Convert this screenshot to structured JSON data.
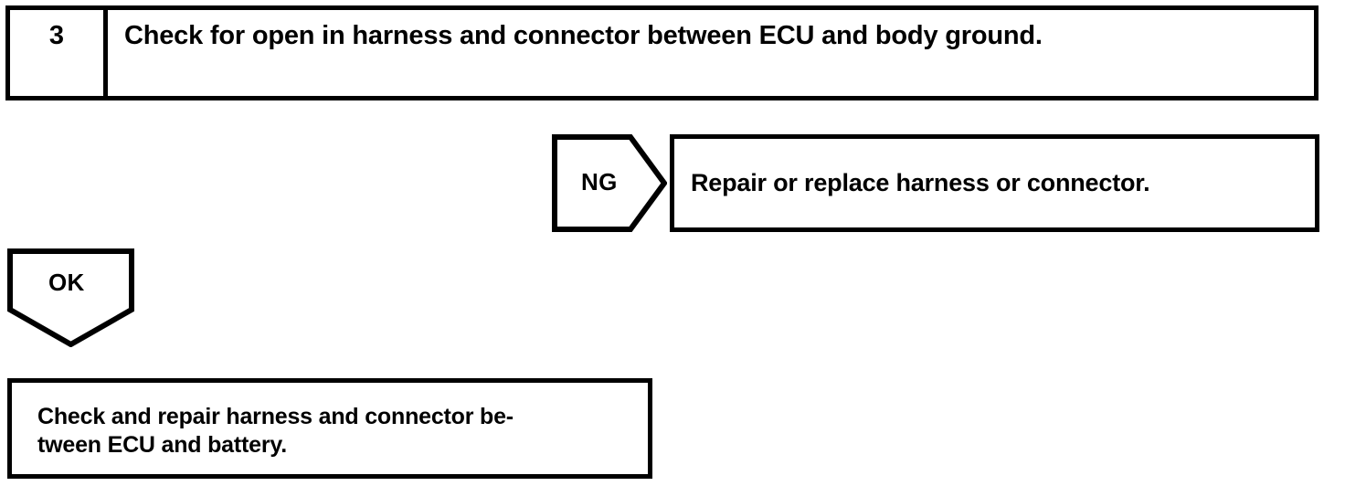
{
  "diagram": {
    "type": "troubleshooting-flowchart",
    "step": {
      "number": "3",
      "instruction": "Check for open in harness and connector between ECU and body ground."
    },
    "branches": {
      "ng": {
        "label": "NG",
        "direction": "right",
        "result": "Repair or replace harness or connector."
      },
      "ok": {
        "label": "OK",
        "direction": "down",
        "result": "Check and repair harness and connector be-\ntween ECU and battery."
      }
    },
    "colors": {
      "ink": "#000000",
      "paper": "#ffffff"
    }
  }
}
